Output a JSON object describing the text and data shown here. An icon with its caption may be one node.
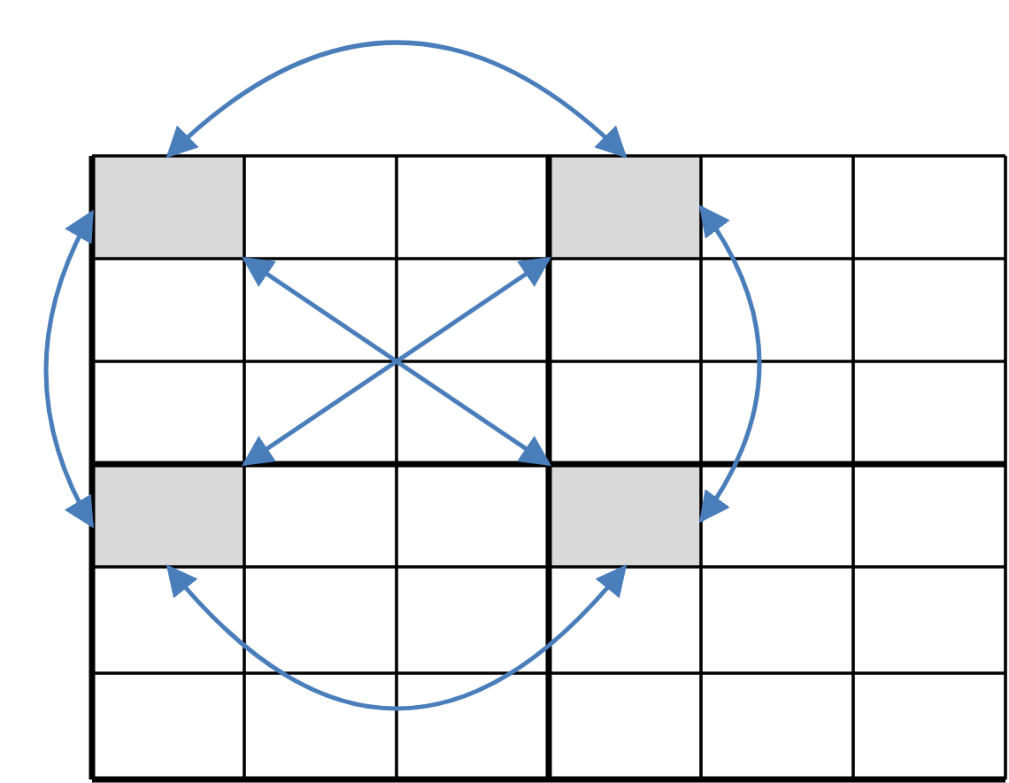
{
  "diagram": {
    "nodes": [
      {
        "text": [],
        "shape": "box"
      },
      {
        "text": [],
        "shape": "box"
      },
      {
        "text": [],
        "shape": "box"
      },
      {
        "text": [],
        "shape": "box"
      }
    ],
    "edges": [
      {
        "from": 0,
        "to": 1,
        "arrow": "both"
      },
      {
        "from": 0,
        "to": 2,
        "arrow": "both"
      },
      {
        "from": 1,
        "to": 3,
        "arrow": "both"
      },
      {
        "from": 0,
        "to": 3,
        "arrow": "both"
      },
      {
        "from": 1,
        "to": 2,
        "arrow": "both"
      },
      {
        "from": 2,
        "to": 3,
        "arrow": "both"
      }
    ]
  }
}
